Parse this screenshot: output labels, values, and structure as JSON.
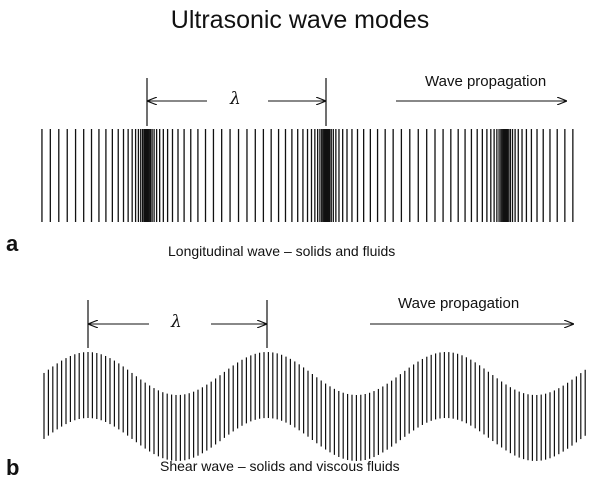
{
  "figure": {
    "title": "Ultrasonic wave modes",
    "colors": {
      "ink": "#111111",
      "background": "#ffffff"
    }
  },
  "panel_a": {
    "letter": "a",
    "caption": "Longitudinal wave – solids and fluids",
    "wavelength_symbol": "λ",
    "propagation_label": "Wave propagation"
  },
  "panel_b": {
    "letter": "b",
    "caption": "Shear wave – solids and viscous fluids",
    "wavelength_symbol": "λ",
    "propagation_label": "Wave propagation"
  }
}
